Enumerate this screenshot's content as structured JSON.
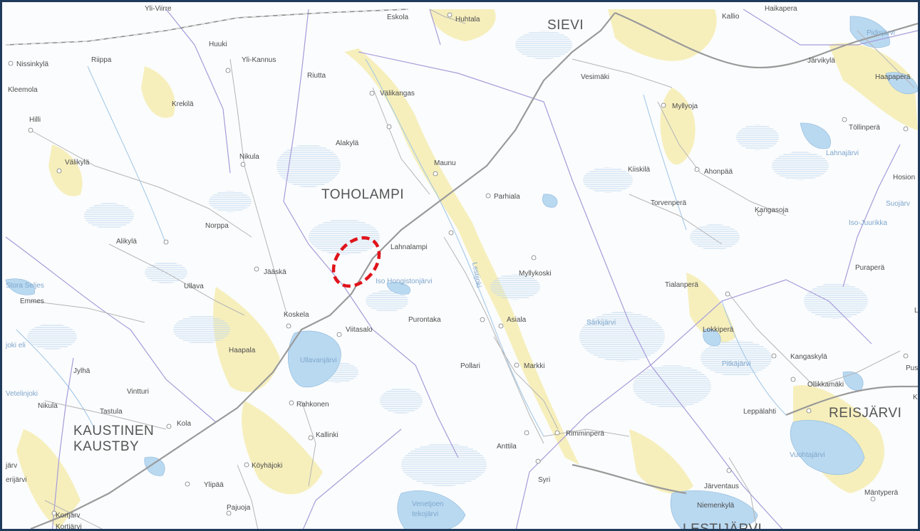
{
  "map": {
    "towns": [
      {
        "id": "sievi",
        "text": "SIEVI"
      },
      {
        "id": "toholampi",
        "text": "TOHOLAMPI"
      },
      {
        "id": "kaustinen",
        "text": "KAUSTINEN"
      },
      {
        "id": "kaustby",
        "text": "KAUSTBY"
      },
      {
        "id": "reisjarvi",
        "text": "REISJÄRVI"
      },
      {
        "id": "lestijarvi",
        "text": "LESTIJÄRVI"
      }
    ],
    "places": [
      {
        "id": "ylivirre",
        "text": "Yli-Viirre"
      },
      {
        "id": "eskola",
        "text": "Eskola"
      },
      {
        "id": "huhtala",
        "text": "Huhtala"
      },
      {
        "id": "kallio",
        "text": "Kallio"
      },
      {
        "id": "haikapera",
        "text": "Haikapera"
      },
      {
        "id": "huuki",
        "text": "Huuki"
      },
      {
        "id": "nissinkyla",
        "text": "Nissinkylä"
      },
      {
        "id": "riippa",
        "text": "Riippa"
      },
      {
        "id": "ylikannus",
        "text": "Yli-Kannus"
      },
      {
        "id": "riutta",
        "text": "Riutta"
      },
      {
        "id": "jarvikyla",
        "text": "Järvikylä"
      },
      {
        "id": "vesimaki",
        "text": "Vesimäki"
      },
      {
        "id": "haapapera",
        "text": "Haapaperä"
      },
      {
        "id": "kleemola",
        "text": "Kleemola"
      },
      {
        "id": "valikangas",
        "text": "Välikangas"
      },
      {
        "id": "krekila",
        "text": "Krekilä"
      },
      {
        "id": "myllyoja",
        "text": "Myllyoja"
      },
      {
        "id": "hilli",
        "text": "Hilli"
      },
      {
        "id": "tollinpera",
        "text": "Töllinperä"
      },
      {
        "id": "alakyla",
        "text": "Alakylä"
      },
      {
        "id": "valikyla",
        "text": "Välikylä"
      },
      {
        "id": "nikula1",
        "text": "Nikula"
      },
      {
        "id": "maunu",
        "text": "Maunu"
      },
      {
        "id": "kiiskila",
        "text": "Kiiskilä"
      },
      {
        "id": "ahonpaa",
        "text": "Ahonpää"
      },
      {
        "id": "hosio",
        "text": "Hosion"
      },
      {
        "id": "parhiala",
        "text": "Parhiala"
      },
      {
        "id": "torvenpera",
        "text": "Torvenperä"
      },
      {
        "id": "kangasoja",
        "text": "Kangasoja"
      },
      {
        "id": "norppa",
        "text": "Norppa"
      },
      {
        "id": "alikyla",
        "text": "Alikylä"
      },
      {
        "id": "lahnalampi",
        "text": "Lahnalampi"
      },
      {
        "id": "jaaska",
        "text": "Jääskä"
      },
      {
        "id": "myllykoski",
        "text": "Myllykoski"
      },
      {
        "id": "purapera",
        "text": "Puraperä"
      },
      {
        "id": "ullava",
        "text": "Ullava"
      },
      {
        "id": "emmes",
        "text": "Emmes"
      },
      {
        "id": "tialanpera",
        "text": "Tialanperä"
      },
      {
        "id": "koskela",
        "text": "Koskela"
      },
      {
        "id": "purontaka",
        "text": "Purontaka"
      },
      {
        "id": "asiala",
        "text": "Asiala"
      },
      {
        "id": "viitasalo",
        "text": "Viitasalo"
      },
      {
        "id": "lokkipera",
        "text": "Lokkiperä"
      },
      {
        "id": "haapala",
        "text": "Haapala"
      },
      {
        "id": "jylha",
        "text": "Jylhä"
      },
      {
        "id": "pollari",
        "text": "Pollari"
      },
      {
        "id": "markki",
        "text": "Markki"
      },
      {
        "id": "kangaskyla",
        "text": "Kangaskylä"
      },
      {
        "id": "pus",
        "text": "Pus"
      },
      {
        "id": "vintturi",
        "text": "Vintturi"
      },
      {
        "id": "ollikkamaki",
        "text": "Ollikkamäki"
      },
      {
        "id": "nikula2",
        "text": "Nikula"
      },
      {
        "id": "rahkonen",
        "text": "Rahkonen"
      },
      {
        "id": "tastula",
        "text": "Tastula"
      },
      {
        "id": "leppalahti",
        "text": "Leppälahti"
      },
      {
        "id": "kola",
        "text": "Kola"
      },
      {
        "id": "kallinki",
        "text": "Kallinki"
      },
      {
        "id": "rimminpera",
        "text": "Rimminperä"
      },
      {
        "id": "anttila",
        "text": "Anttila"
      },
      {
        "id": "koyhajoki",
        "text": "Köyhäjoki"
      },
      {
        "id": "syri",
        "text": "Syri"
      },
      {
        "id": "jarventaus",
        "text": "Järventaus"
      },
      {
        "id": "ylipaa",
        "text": "Ylipää"
      },
      {
        "id": "mantypera",
        "text": "Mäntyperä"
      },
      {
        "id": "pajuoja",
        "text": "Pajuoja"
      },
      {
        "id": "niemenkyla",
        "text": "Niemenkylä"
      },
      {
        "id": "kortjarv",
        "text": "Kortjärv"
      },
      {
        "id": "kortjarvi",
        "text": "Kortjärvi"
      },
      {
        "id": "erijarvi",
        "text": "erijärvi"
      },
      {
        "id": "jarv",
        "text": "järv"
      },
      {
        "id": "k",
        "text": "K"
      },
      {
        "id": "l",
        "text": "L"
      }
    ],
    "water": [
      {
        "id": "pidisjarvi",
        "text": "Pidisjärvi"
      },
      {
        "id": "lahnajarvi",
        "text": "Lahnajärvi"
      },
      {
        "id": "suojarvi",
        "text": "Suojärv"
      },
      {
        "id": "isojuurikka",
        "text": "Iso-Juurikka"
      },
      {
        "id": "storaseljes",
        "text": "Stora Seljes"
      },
      {
        "id": "isohongisto",
        "text": "Iso Hongistonjärvi"
      },
      {
        "id": "sarkijarvi",
        "text": "Särkijärvi"
      },
      {
        "id": "ullavanjarvi",
        "text": "Ullavanjärvi"
      },
      {
        "id": "pitkajarvi",
        "text": "Pitkäjärvi"
      },
      {
        "id": "vuohtajarvi",
        "text": "Vuohtajärvi"
      },
      {
        "id": "venetjoki1",
        "text": "Venetjoen"
      },
      {
        "id": "venetjoki2",
        "text": "tekojärvi"
      },
      {
        "id": "lestijoki",
        "text": "Lestijoki"
      },
      {
        "id": "vetelinjoki",
        "text": "Vetelinjoki"
      },
      {
        "id": "jokieli",
        "text": "joki eli"
      }
    ],
    "colors": {
      "background": "#fbfcfd",
      "fields": "#f6efbc",
      "water": "#b9d9f1",
      "water_edge": "#8ab6dc",
      "bog_hatch": "#c8def2",
      "road": "#999999",
      "railway": "#8a8a8a",
      "boundary": "#9f93d4",
      "marker": "#e0131a",
      "frame": "#1f3b5c"
    },
    "marker": {
      "style": "dashed-ellipse",
      "color": "#e0131a"
    }
  }
}
